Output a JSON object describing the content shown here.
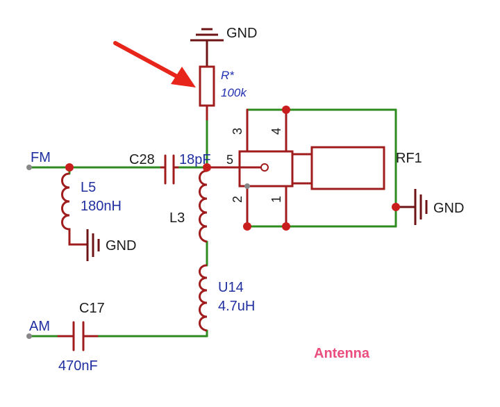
{
  "nets": {
    "fm": "FM",
    "am": "AM",
    "gnd_top": "GND",
    "gnd_l5": "GND",
    "gnd_rf1": "GND"
  },
  "components": {
    "resistor": {
      "ref": "R*",
      "value": "100k"
    },
    "c28": {
      "ref": "C28",
      "value": "18pF"
    },
    "l5": {
      "ref": "L5",
      "value": "180nH"
    },
    "l3": {
      "ref": "L3"
    },
    "u14": {
      "ref": "U14",
      "value": "4.7uH"
    },
    "c17": {
      "ref": "C17",
      "value": "470nF"
    },
    "rf1": {
      "ref": "RF1",
      "pins": [
        "1",
        "2",
        "3",
        "4",
        "5"
      ]
    }
  },
  "watermark": "Antenna",
  "colors": {
    "wire": "#2e8b1f",
    "component": "#a01c1c",
    "junction": "#c81e1e",
    "label_blue": "#1f2fa0",
    "label_dark": "#1b1b1b",
    "annotation_arrow": "#e8251a",
    "watermark": "#ea4e7e"
  },
  "annotation": {
    "arrow_target": "resistor"
  }
}
